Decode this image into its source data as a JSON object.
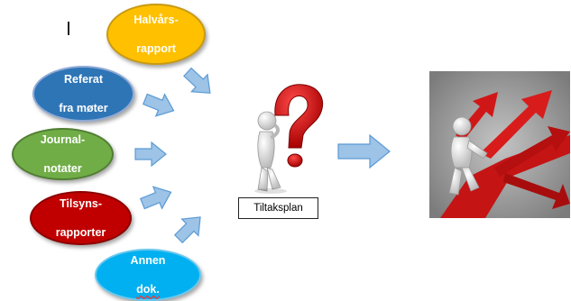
{
  "nodes": {
    "halvars": {
      "line1": "Halvårs-",
      "line2": "rapport"
    },
    "referat": {
      "line1": "Referat",
      "line2": "fra møter"
    },
    "journal": {
      "line1": "Journal-",
      "line2": "notater"
    },
    "tilsyn": {
      "line1": "Tilsyns-",
      "line2": "rapporter"
    },
    "annen": {
      "line1": "Annen",
      "line2": "dok."
    }
  },
  "center": {
    "label": "Tiltaksplan",
    "icon": "question-mark-figure-icon"
  },
  "result": {
    "icon": "crossroads-arrows-figure-icon"
  },
  "colors": {
    "halvars": "#ffc000",
    "referat": "#2e75b6",
    "journal": "#70ad47",
    "tilsyn": "#c00000",
    "annen": "#00b0f0",
    "arrow_fill": "#9dc3e6",
    "arrow_stroke": "#5b9bd5",
    "question_red": "#d01010"
  }
}
